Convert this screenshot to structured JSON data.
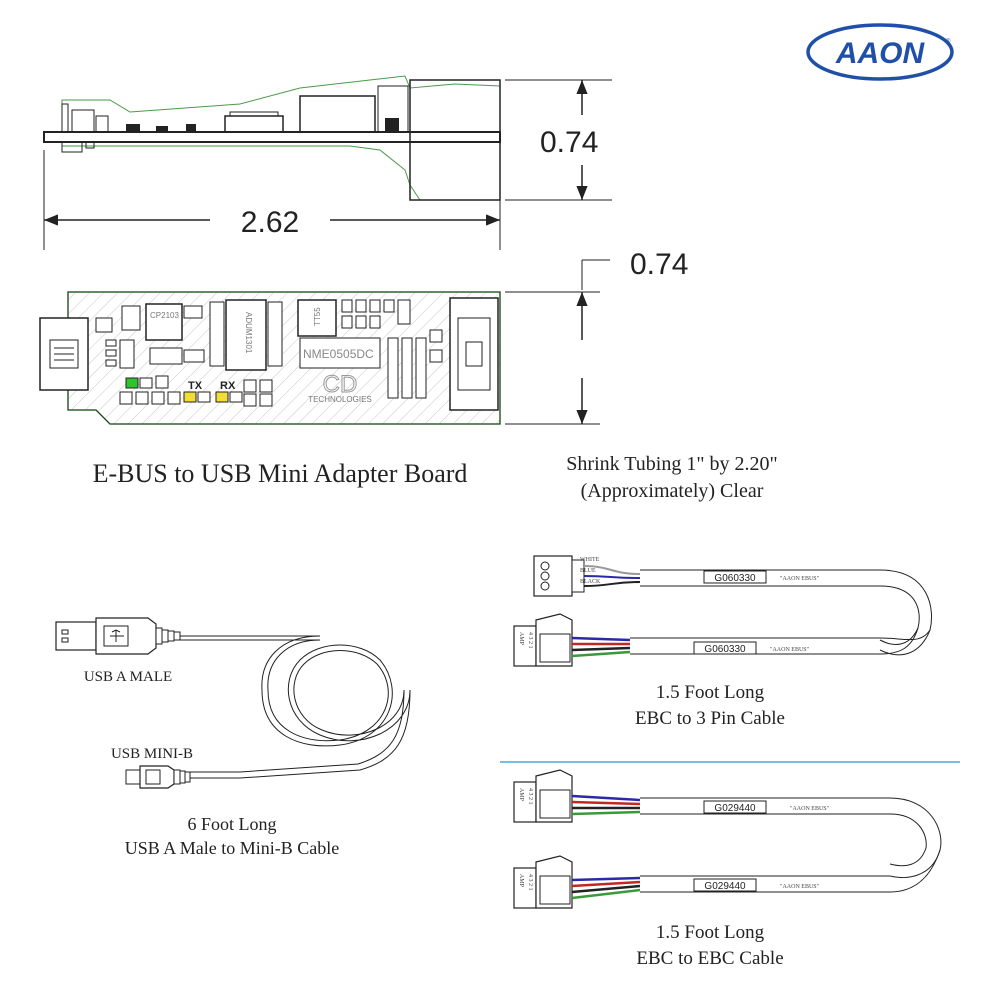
{
  "logo": {
    "text": "AAON",
    "brand_color": "#1f4fa8"
  },
  "dimensions": {
    "height_top": "0.74",
    "length": "2.62",
    "height_bottom": "0.74"
  },
  "board": {
    "title": "E-BUS to USB Mini Adapter Board",
    "chip_labels": [
      "CP2103",
      "ADUM1301",
      "TT55",
      "NME0505DC",
      "CD",
      "TECHNOLOGIES"
    ],
    "led_labels": [
      "TX",
      "RX"
    ]
  },
  "shrink": {
    "line1": "Shrink Tubing 1\" by 2.20\"",
    "line2": "(Approximately) Clear"
  },
  "usb_cable": {
    "end_a_label": "USB A MALE",
    "end_b_label": "USB MINI-B",
    "caption_line1": "6 Foot Long",
    "caption_line2": "USB A Male to Mini-B Cable"
  },
  "cable_3pin": {
    "wire_labels": [
      "WHITE",
      "BLUE",
      "BLACK"
    ],
    "connector_text": "AMP",
    "pin_text": "4 3 2 1",
    "part_number": "G060330",
    "print_text": "\"AAON EBUS\"",
    "caption_line1": "1.5 Foot Long",
    "caption_line2": "EBC to 3 Pin Cable"
  },
  "cable_ebc": {
    "connector_text": "AMP",
    "pin_text": "4 3 2 1",
    "part_number": "G029440",
    "print_text": "\"AAON EBUS\"",
    "caption_line1": "1.5 Foot Long",
    "caption_line2": "EBC to EBC Cable"
  },
  "colors": {
    "accent_line": "#4aa8d8",
    "wire_blue": "#2a2aa8",
    "wire_red": "#c02828",
    "wire_green": "#3a9a3a",
    "led_green": "#2ec42e",
    "led_yellow": "#f2dc3a"
  }
}
